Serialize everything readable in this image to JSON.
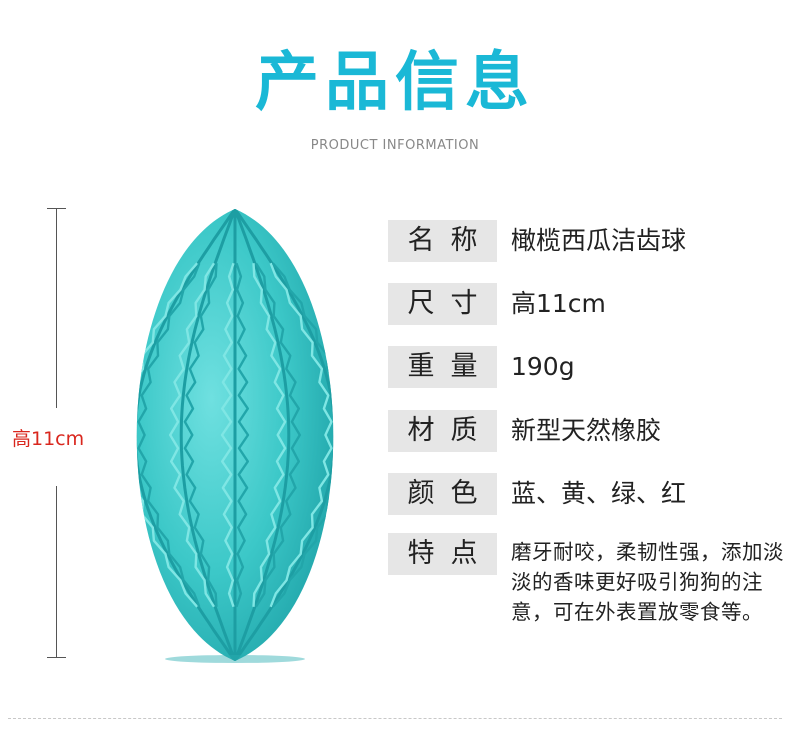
{
  "header": {
    "title": "产品信息",
    "subtitle": "PRODUCT INFORMATION"
  },
  "colors": {
    "accent": "#1ab8d6",
    "product": "#35c6c6",
    "dimension_label": "#d9271e"
  },
  "dimension": {
    "label": "高11cm"
  },
  "specs": [
    {
      "key": "名称",
      "value": "橄榄西瓜洁齿球"
    },
    {
      "key": "尺寸",
      "value": "高11cm"
    },
    {
      "key": "重量",
      "value": "190g"
    },
    {
      "key": "材质",
      "value": "新型天然橡胶"
    },
    {
      "key": "颜色",
      "value": "蓝、黄、绿、红"
    },
    {
      "key": "特点",
      "value": "磨牙耐咬，柔韧性强，添加淡淡的香味更好吸引狗狗的注意，可在外表置放零食等。"
    }
  ]
}
